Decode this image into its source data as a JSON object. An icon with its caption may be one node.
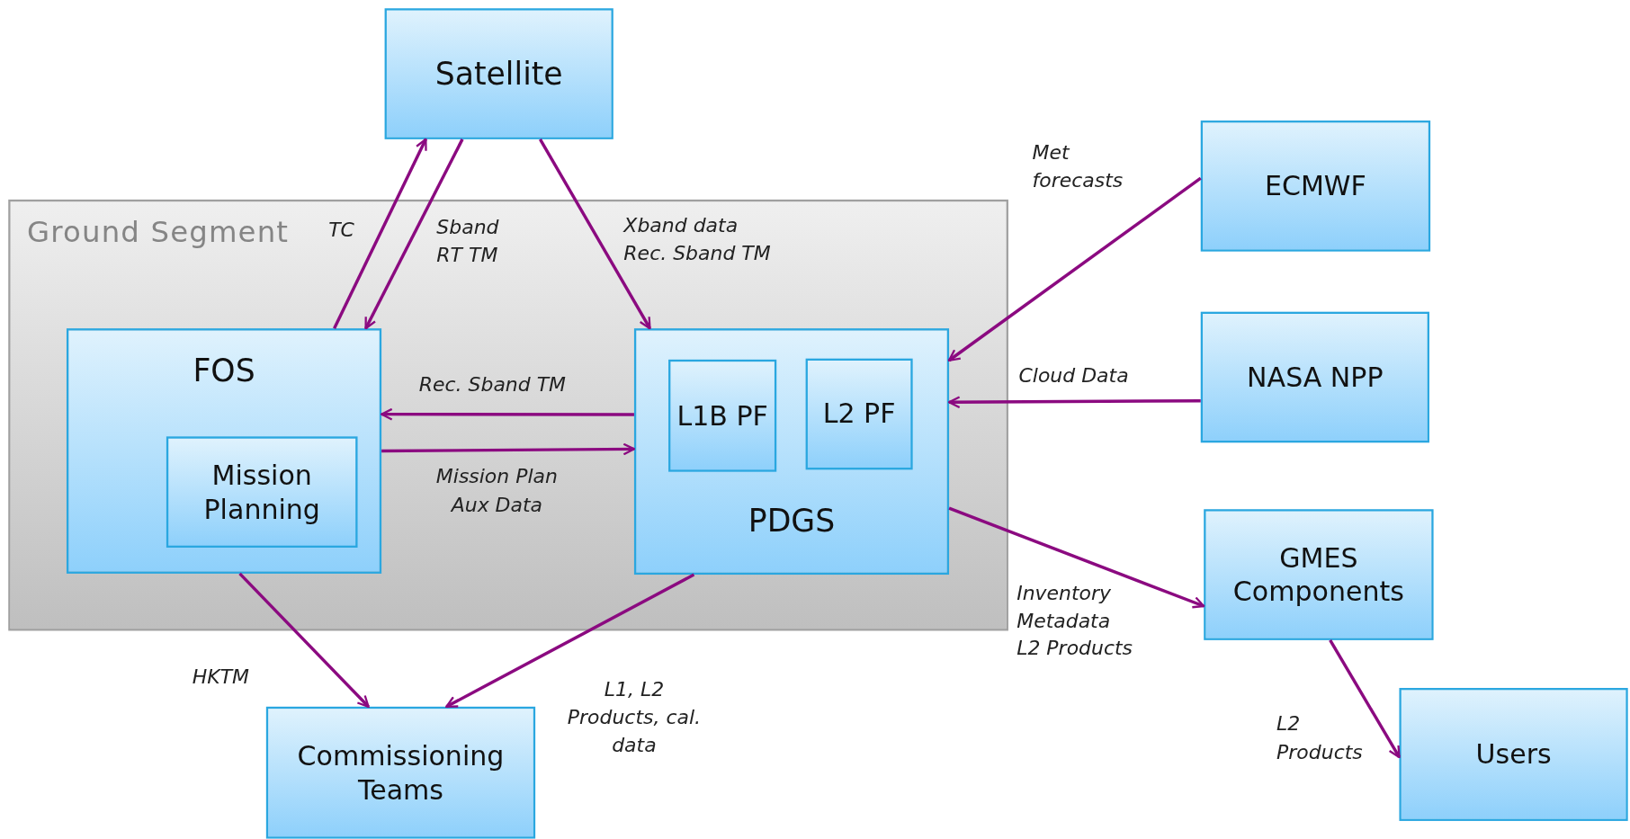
{
  "diagram": {
    "nodes": [
      {
        "text": [
          "Satellite"
        ]
      },
      {
        "text": [
          "Ground Segment"
        ]
      },
      {
        "text": [
          "FOS"
        ],
        "in": 1
      },
      {
        "text": [
          "Mission Planning"
        ],
        "in": 2
      },
      {
        "text": [
          "PDGS"
        ],
        "in": 1
      },
      {
        "text": [
          "L1B PF"
        ],
        "in": 4
      },
      {
        "text": [
          "L2 PF"
        ],
        "in": 4
      },
      {
        "text": [
          "ECMWF"
        ]
      },
      {
        "text": [
          "NASA NPP"
        ]
      },
      {
        "text": [
          "GMES Components"
        ]
      },
      {
        "text": [
          "Commissioning Teams"
        ]
      },
      {
        "text": [
          "Users"
        ]
      }
    ],
    "edges": [
      {
        "from": 2,
        "to": 0,
        "arrow": "to",
        "label": "TC"
      },
      {
        "from": 0,
        "to": 2,
        "arrow": "to",
        "label": "Sband RT TM"
      },
      {
        "from": 0,
        "to": 4,
        "arrow": "to",
        "label": "Xband data Rec. Sband TM"
      },
      {
        "from": 7,
        "to": 4,
        "arrow": "to",
        "label": "Met forecasts"
      },
      {
        "from": 8,
        "to": 4,
        "arrow": "to",
        "label": "Cloud Data"
      },
      {
        "from": 4,
        "to": 2,
        "arrow": "to",
        "label": "Rec. Sband TM"
      },
      {
        "from": 2,
        "to": 4,
        "arrow": "to",
        "label": "Mission Plan Aux Data"
      },
      {
        "from": 4,
        "to": 9,
        "arrow": "to",
        "label": "Inventory Metadata L2 Products"
      },
      {
        "from": 2,
        "to": 10,
        "arrow": "to",
        "label": "HKTM"
      },
      {
        "from": 4,
        "to": 10,
        "arrow": "to",
        "label": "L1, L2 Products, cal. data"
      },
      {
        "from": 9,
        "to": 11,
        "arrow": "to",
        "label": "L2 Products"
      }
    ]
  }
}
